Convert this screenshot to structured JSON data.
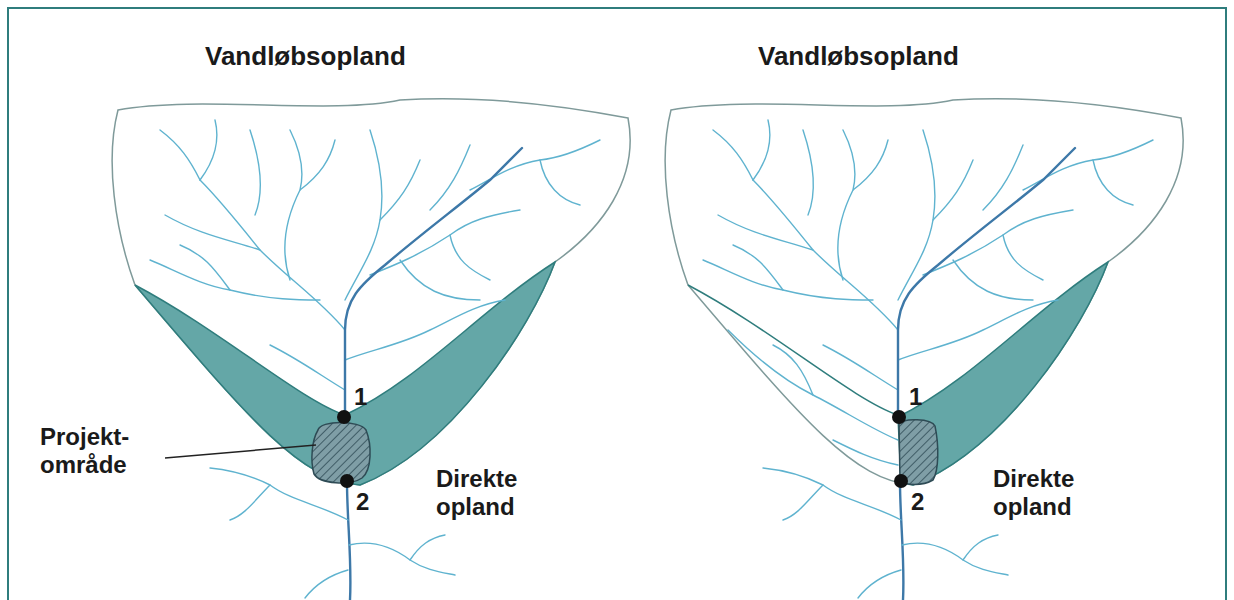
{
  "diagram": {
    "labels": [
      "Vandløbsopland",
      "1",
      "Projekt- område",
      "2",
      "Direkte opland",
      "Vandløbsopland",
      "1",
      "2",
      "Direkte opland"
    ]
  }
}
